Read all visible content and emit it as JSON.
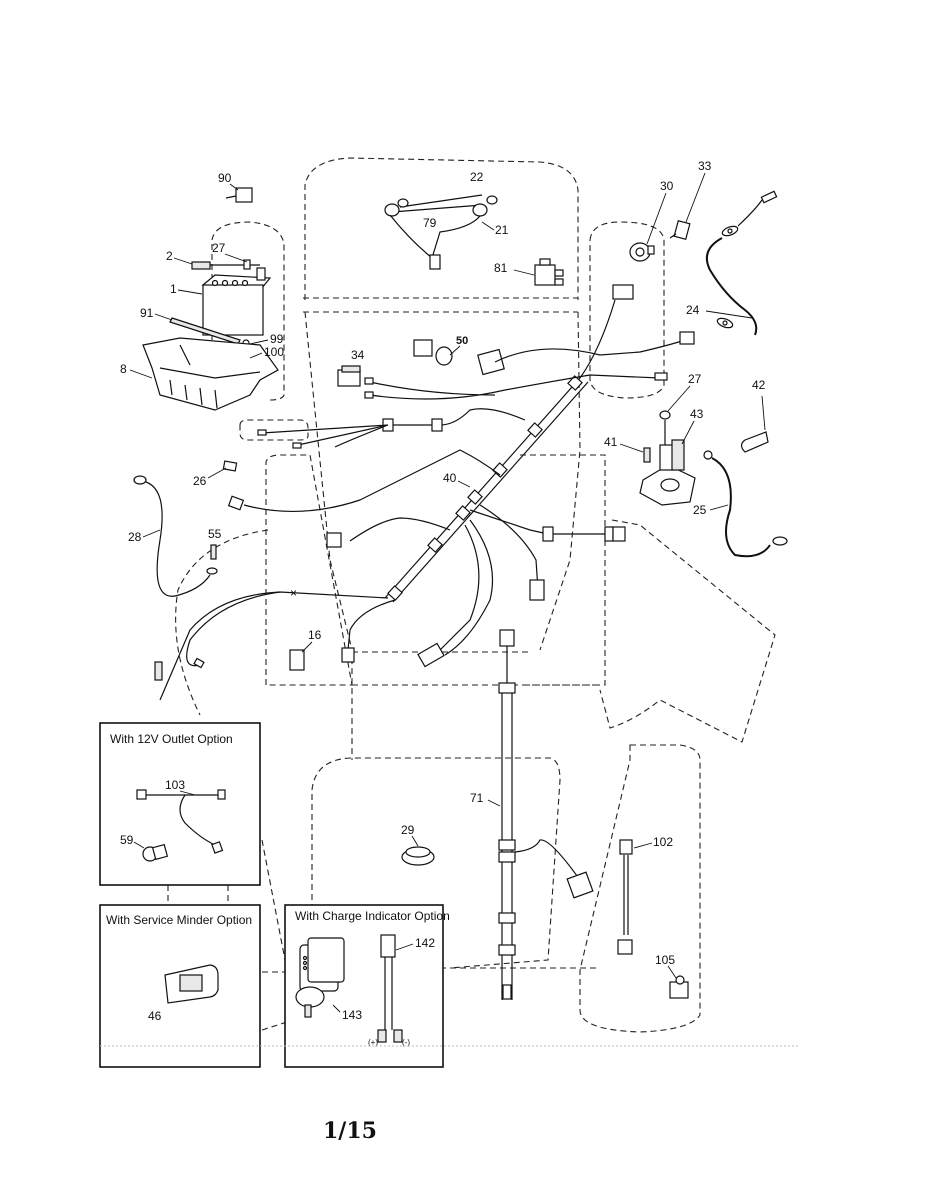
{
  "diagram": {
    "title": "Electrical parts diagram",
    "page_number": "1/15",
    "callouts": {
      "c90": "90",
      "c27a": "27",
      "c2": "2",
      "c1": "1",
      "c91": "91",
      "c99": "99",
      "c100": "100",
      "c8": "8",
      "c22": "22",
      "c79": "79",
      "c21": "21",
      "c81": "81",
      "c50": "50",
      "c34": "34",
      "c30": "30",
      "c33": "33",
      "c24": "24",
      "c27b": "27",
      "c42": "42",
      "c43": "43",
      "c41": "41",
      "c25": "25",
      "c26": "26",
      "c40": "40",
      "c28": "28",
      "c55": "55",
      "c16": "16",
      "c71": "71",
      "c29": "29",
      "c102": "102",
      "c105": "105",
      "c103": "103",
      "c59": "59",
      "c46": "46",
      "c142": "142",
      "c143": "143"
    },
    "option_boxes": {
      "outlet": {
        "title": "With 12V Outlet Option"
      },
      "service_minder": {
        "title": "With Service Minder Option"
      },
      "charge_indicator": {
        "title": "With Charge Indicator Option",
        "plus_label": "(+)",
        "minus_label": "(-)"
      }
    }
  }
}
